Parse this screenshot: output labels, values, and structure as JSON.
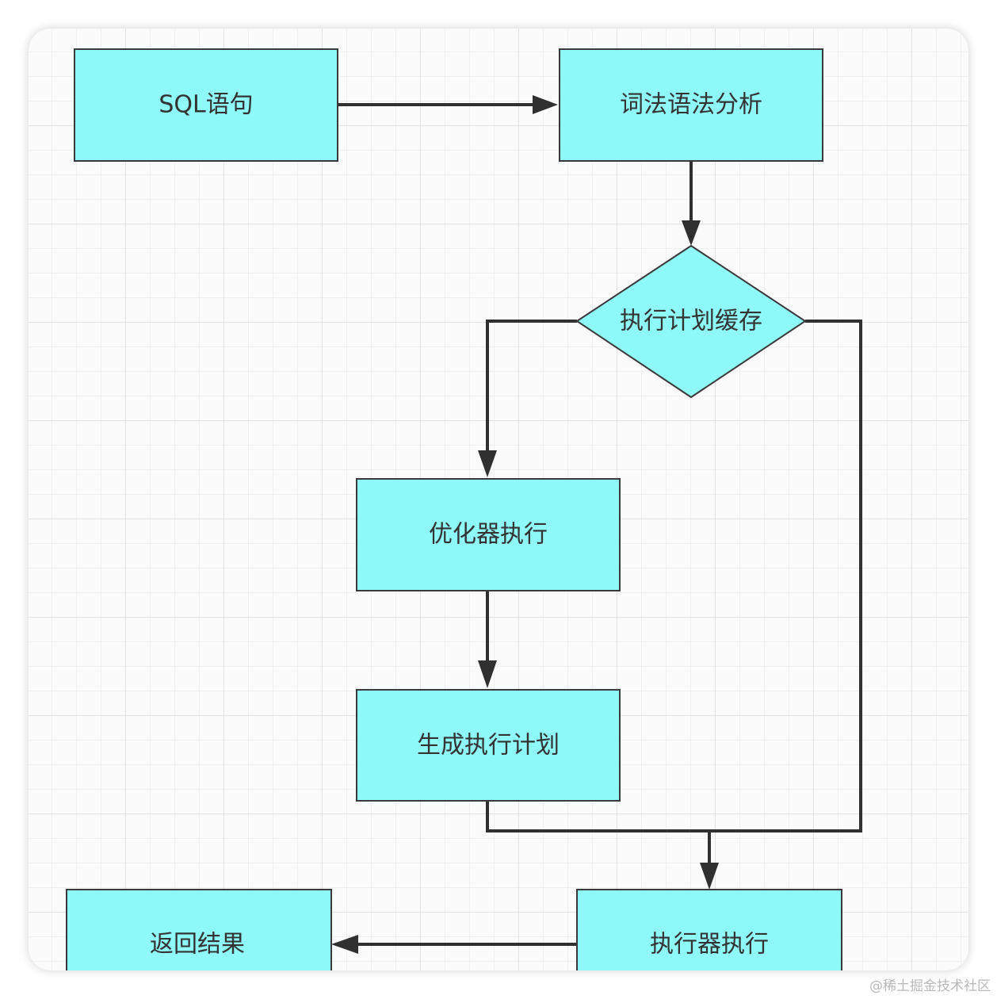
{
  "nodes": {
    "sql_statement": "SQL语句",
    "lexical_syntax_analysis": "词法语法分析",
    "execution_plan_cache": "执行计划缓存",
    "optimizer_execute": "优化器执行",
    "generate_execution_plan": "生成执行计划",
    "executor_execute": "执行器执行",
    "return_result": "返回结果"
  },
  "colors": {
    "node_fill": "#8ff8f8",
    "node_stroke": "#3a3a3a",
    "edge": "#303030"
  },
  "watermark": "@稀土掘金技术社区"
}
